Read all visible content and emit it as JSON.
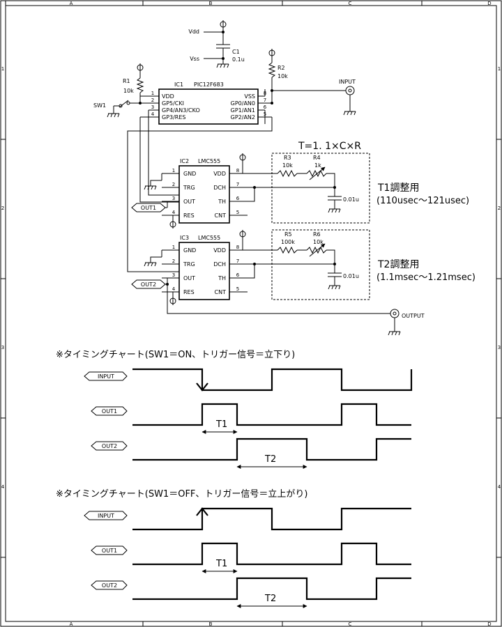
{
  "frame": {
    "cols": [
      "A",
      "B",
      "C",
      "D"
    ],
    "rows": [
      "1",
      "2",
      "3",
      "4"
    ]
  },
  "schematic": {
    "vdd_label": "Vdd",
    "vss_label": "Vss",
    "c1": {
      "ref": "C1",
      "value": "0.1u"
    },
    "r1": {
      "ref": "R1",
      "value": "10k"
    },
    "r2": {
      "ref": "R2",
      "value": "10k"
    },
    "sw1": "SW1",
    "input_label": "INPUT",
    "output_label": "OUTPUT",
    "ic1": {
      "ref": "IC1",
      "part": "PIC12F683",
      "left_pins": [
        {
          "num": "1",
          "name": "VDD"
        },
        {
          "num": "2",
          "name": "GP5/CKI"
        },
        {
          "num": "3",
          "name": "GP4/AN3/CKO"
        },
        {
          "num": "4",
          "name": "GP3/RES"
        }
      ],
      "right_pins": [
        {
          "num": "8",
          "name": "VSS"
        },
        {
          "num": "7",
          "name": "GP0/AN0"
        },
        {
          "num": "6",
          "name": "GP1/AN1"
        },
        {
          "num": "5",
          "name": "GP2/AN2"
        }
      ]
    },
    "ic2": {
      "ref": "IC2",
      "part": "LMC555",
      "left_pins": [
        {
          "num": "1",
          "name": "GND"
        },
        {
          "num": "2",
          "name": "TRG"
        },
        {
          "num": "3",
          "name": "OUT"
        },
        {
          "num": "4",
          "name": "RES"
        }
      ],
      "right_pins": [
        {
          "num": "8",
          "name": "VDD"
        },
        {
          "num": "7",
          "name": "DCH"
        },
        {
          "num": "6",
          "name": "TH"
        },
        {
          "num": "5",
          "name": "CNT"
        }
      ]
    },
    "ic3": {
      "ref": "IC3",
      "part": "LMC555",
      "left_pins": [
        {
          "num": "1",
          "name": "GND"
        },
        {
          "num": "2",
          "name": "TRG"
        },
        {
          "num": "3",
          "name": "OUT"
        },
        {
          "num": "4",
          "name": "RES"
        }
      ],
      "right_pins": [
        {
          "num": "8",
          "name": "VDD"
        },
        {
          "num": "7",
          "name": "DCH"
        },
        {
          "num": "6",
          "name": "TH"
        },
        {
          "num": "5",
          "name": "CNT"
        }
      ]
    },
    "out1_tag": "OUT1",
    "out2_tag": "OUT2",
    "formula": "T=1. 1×C×R",
    "t1_block": {
      "r3": {
        "ref": "R3",
        "value": "10k"
      },
      "r4": {
        "ref": "R4",
        "value": "1k"
      },
      "cap": "0.01u",
      "title": "T1調整用",
      "range": "(110usec～121usec)"
    },
    "t2_block": {
      "r5": {
        "ref": "R5",
        "value": "100k"
      },
      "r6": {
        "ref": "R6",
        "value": "10k"
      },
      "cap": "0.01u",
      "title": "T2調整用",
      "range": "(1.1msec～1.21msec)"
    }
  },
  "timing_on": {
    "title": "※タイミングチャート(SW1＝ON、トリガー信号＝立下り)",
    "tags": [
      "INPUT",
      "OUT1",
      "OUT2"
    ],
    "t1": "T1",
    "t2": "T2"
  },
  "timing_off": {
    "title": "※タイミングチャート(SW1＝OFF、トリガー信号＝立上がり)",
    "tags": [
      "INPUT",
      "OUT1",
      "OUT2"
    ],
    "t1": "T1",
    "t2": "T2"
  }
}
